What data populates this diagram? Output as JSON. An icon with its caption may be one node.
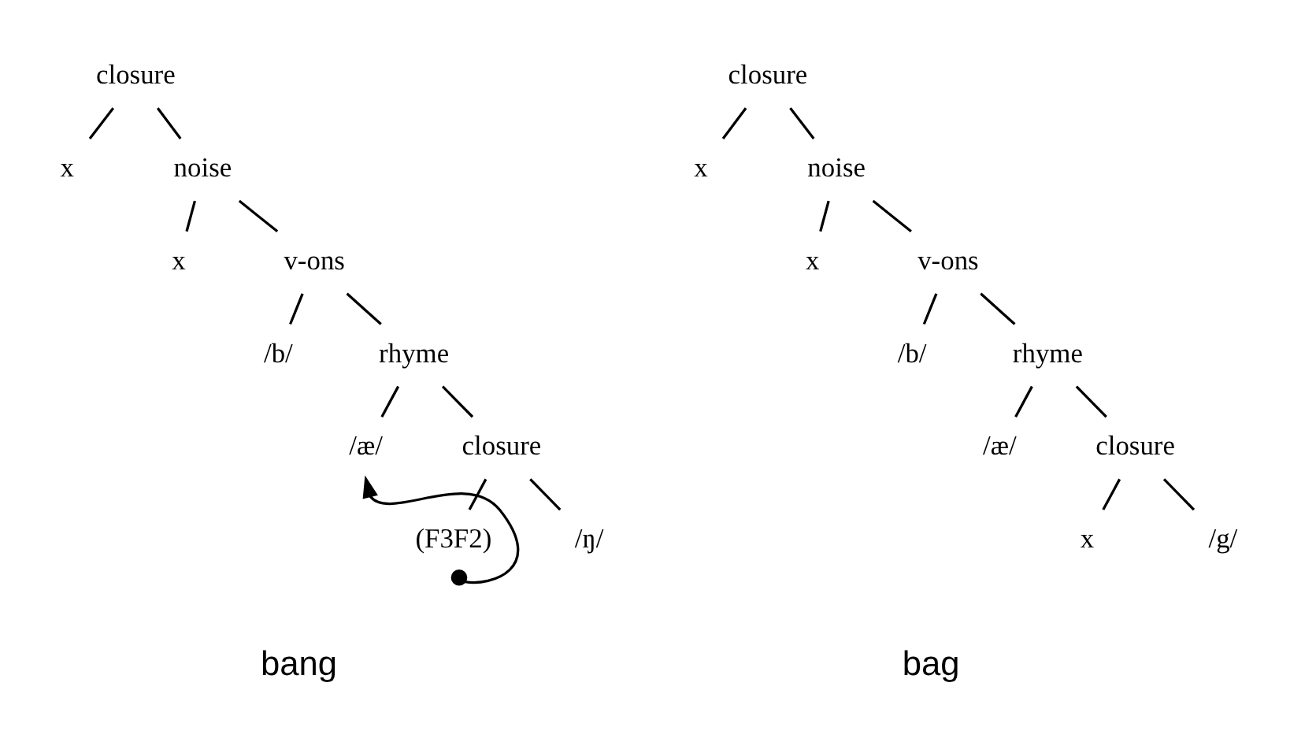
{
  "diagram": {
    "nodes": [
      {
        "text": [
          "closure"
        ]
      },
      {
        "text": [
          "x"
        ]
      },
      {
        "text": [
          "noise"
        ]
      },
      {
        "text": [
          "x"
        ]
      },
      {
        "text": [
          "v-ons"
        ]
      },
      {
        "text": [
          "/b/"
        ]
      },
      {
        "text": [
          "rhyme"
        ]
      },
      {
        "text": [
          "/æ/"
        ]
      },
      {
        "text": [
          "closure"
        ]
      },
      {
        "text": [
          "(F3F2)"
        ]
      },
      {
        "text": [
          "/ŋ/"
        ]
      },
      {
        "text": [
          "closure"
        ]
      },
      {
        "text": [
          "x"
        ]
      },
      {
        "text": [
          "noise"
        ]
      },
      {
        "text": [
          "x"
        ]
      },
      {
        "text": [
          "v-ons"
        ]
      },
      {
        "text": [
          "/b/"
        ]
      },
      {
        "text": [
          "rhyme"
        ]
      },
      {
        "text": [
          "/æ/"
        ]
      },
      {
        "text": [
          "closure"
        ]
      },
      {
        "text": [
          "x"
        ]
      },
      {
        "text": [
          "/g/"
        ]
      }
    ],
    "edges": [
      {
        "from": 0,
        "to": 1,
        "arrow": "none"
      },
      {
        "from": 0,
        "to": 2,
        "arrow": "none"
      },
      {
        "from": 2,
        "to": 3,
        "arrow": "none"
      },
      {
        "from": 2,
        "to": 4,
        "arrow": "none"
      },
      {
        "from": 4,
        "to": 5,
        "arrow": "none"
      },
      {
        "from": 4,
        "to": 6,
        "arrow": "none"
      },
      {
        "from": 6,
        "to": 7,
        "arrow": "none"
      },
      {
        "from": 6,
        "to": 8,
        "arrow": "none"
      },
      {
        "from": 8,
        "to": 9,
        "arrow": "none"
      },
      {
        "from": 8,
        "to": 10,
        "arrow": "none"
      },
      {
        "from": 9,
        "to": 7,
        "arrow": "to"
      },
      {
        "from": 11,
        "to": 12,
        "arrow": "none"
      },
      {
        "from": 11,
        "to": 13,
        "arrow": "none"
      },
      {
        "from": 13,
        "to": 14,
        "arrow": "none"
      },
      {
        "from": 13,
        "to": 15,
        "arrow": "none"
      },
      {
        "from": 15,
        "to": 16,
        "arrow": "none"
      },
      {
        "from": 15,
        "to": 17,
        "arrow": "none"
      },
      {
        "from": 17,
        "to": 18,
        "arrow": "none"
      },
      {
        "from": 17,
        "to": 19,
        "arrow": "none"
      },
      {
        "from": 19,
        "to": 20,
        "arrow": "none"
      },
      {
        "from": 19,
        "to": 21,
        "arrow": "none"
      }
    ],
    "labels": [
      "bang",
      "bag"
    ]
  }
}
